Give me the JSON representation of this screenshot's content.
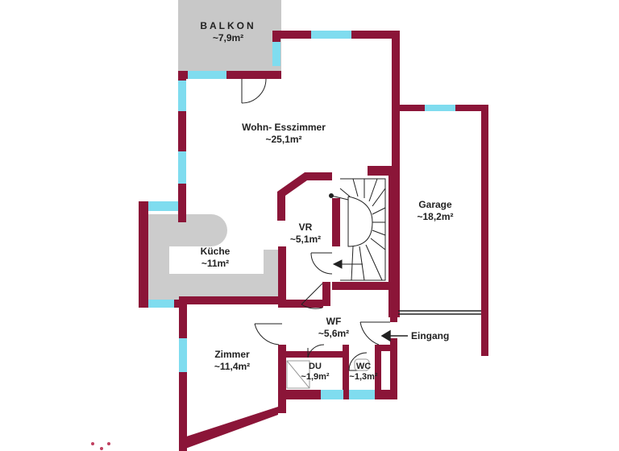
{
  "colors": {
    "wall": "#8b1538",
    "window": "#7fdcef",
    "kitchen": "#cccccc",
    "balcony": "#c8c8c8",
    "text": "#222222"
  },
  "rooms": {
    "balkon": {
      "name": "BALKON",
      "area": "~7,9m²"
    },
    "wohnen": {
      "name": "Wohn- Esszimmer",
      "area": "~25,1m²"
    },
    "garage": {
      "name": "Garage",
      "area": "~18,2m²"
    },
    "vr": {
      "name": "VR",
      "area": "~5,1m²"
    },
    "kueche": {
      "name": "Küche",
      "area": "~11m²"
    },
    "wf": {
      "name": "WF",
      "area": "~5,6m²"
    },
    "zimmer": {
      "name": "Zimmer",
      "area": "~11,4m²"
    },
    "du": {
      "name": "DU",
      "area": "~1,9m²"
    },
    "wc": {
      "name": "WC",
      "area": "~1,3m²"
    }
  },
  "entrance": {
    "label": "Eingang"
  },
  "icons": [
    "entrance-arrow-icon",
    "stair-direction-arrow-icon",
    "door-swing-icon",
    "compass-icon"
  ]
}
